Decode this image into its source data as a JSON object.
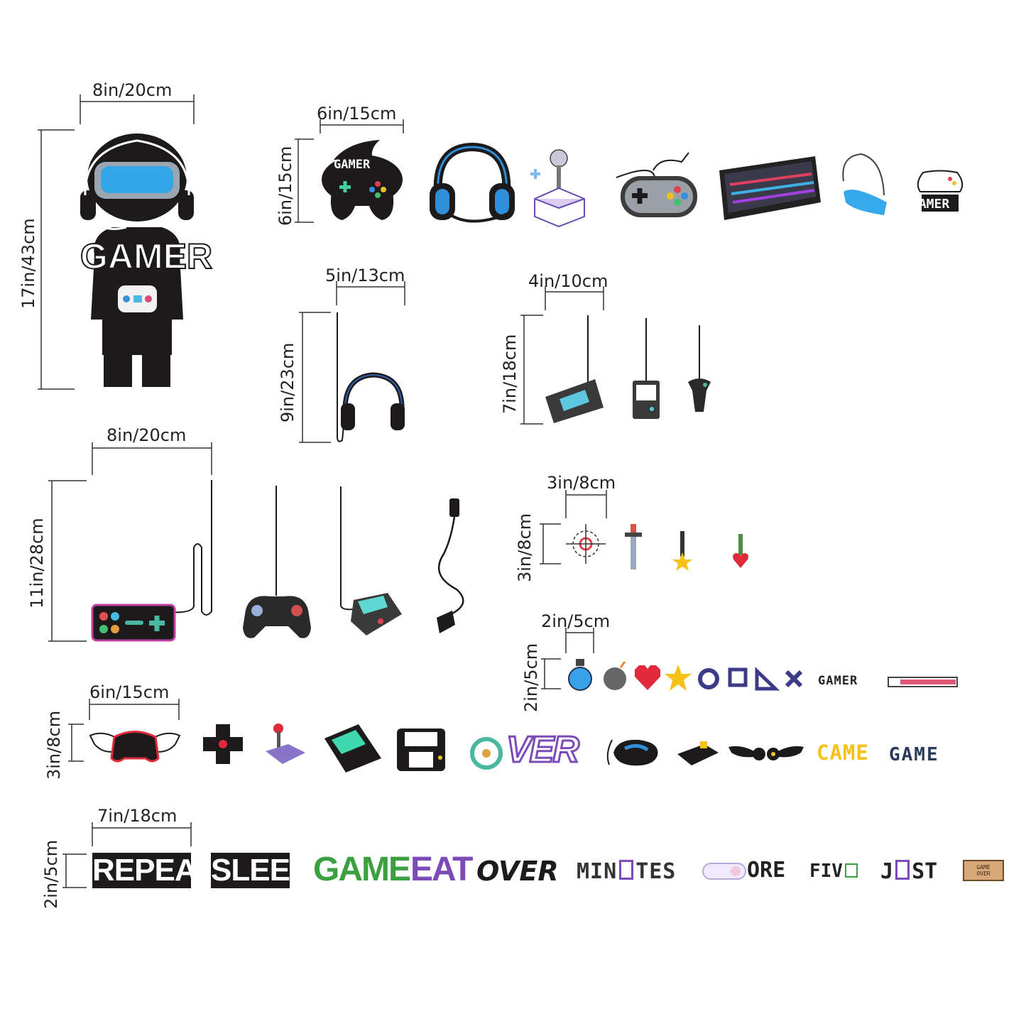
{
  "dimensions": {
    "gamer_w": "8in/20cm",
    "gamer_h": "17in/43cm",
    "row1_w": "6in/15cm",
    "row1_h": "6in/15cm",
    "headphones_w": "5in/13cm",
    "headphones_h": "9in/23cm",
    "hanging_w": "4in/10cm",
    "hanging_h": "7in/18cm",
    "console_w": "8in/20cm",
    "console_h": "11in/28cm",
    "small_w": "3in/8cm",
    "small_h": "3in/8cm",
    "tiny_w": "2in/5cm",
    "tiny_h": "2in/5cm",
    "row5_w": "6in/15cm",
    "row5_h": "3in/8cm",
    "words_w": "7in/18cm",
    "words_h": "2in/5cm"
  },
  "labels": {
    "gamer_big": "GAMER",
    "gamer_badge": "GAMER",
    "gamer_controller_badge": "GAMER",
    "gamer_small": "GAMER",
    "over": "VER",
    "came": "CAME",
    "game_pixel": "GAME",
    "repeat": "REPEAT",
    "sleep": "SLEEP",
    "game_gradient": "GAME",
    "eat": "EAT",
    "over_word": "OVER",
    "minutes_a": "MIN",
    "minutes_b": "TES",
    "more": "ORE",
    "five": "FIV",
    "just_a": "J",
    "just_b": "ST",
    "game_over_plaque": "GAME OVER"
  },
  "colors": {
    "ink": "#1c1a1a",
    "blue": "#2f8fd8",
    "purple": "#7c4bb8",
    "red": "#e0293b",
    "yellow": "#f4c21a"
  }
}
